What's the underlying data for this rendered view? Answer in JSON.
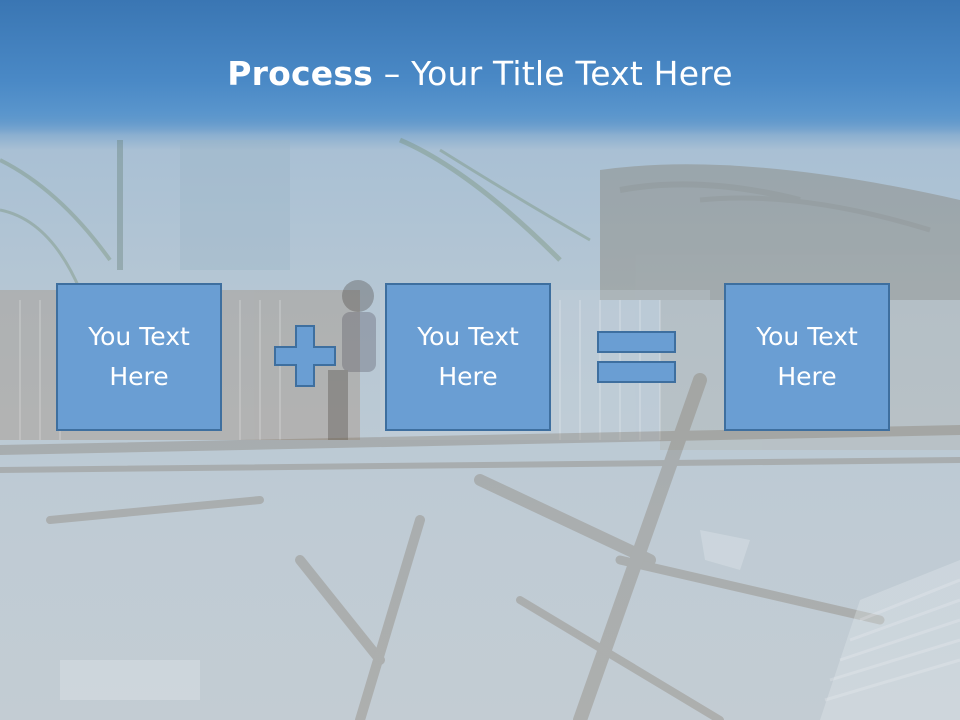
{
  "slide": {
    "title_bold": "Process",
    "title_rest": " – Your Title Text Here",
    "boxes": [
      {
        "text": "You Text\nHere"
      },
      {
        "text": "You Text\nHere"
      },
      {
        "text": "You Text\nHere"
      }
    ],
    "operators": [
      "plus-icon",
      "equals-icon"
    ],
    "colors": {
      "header": "#3f7db9",
      "box_fill": "#6a9ed3",
      "box_border": "#3e6f9f"
    }
  }
}
